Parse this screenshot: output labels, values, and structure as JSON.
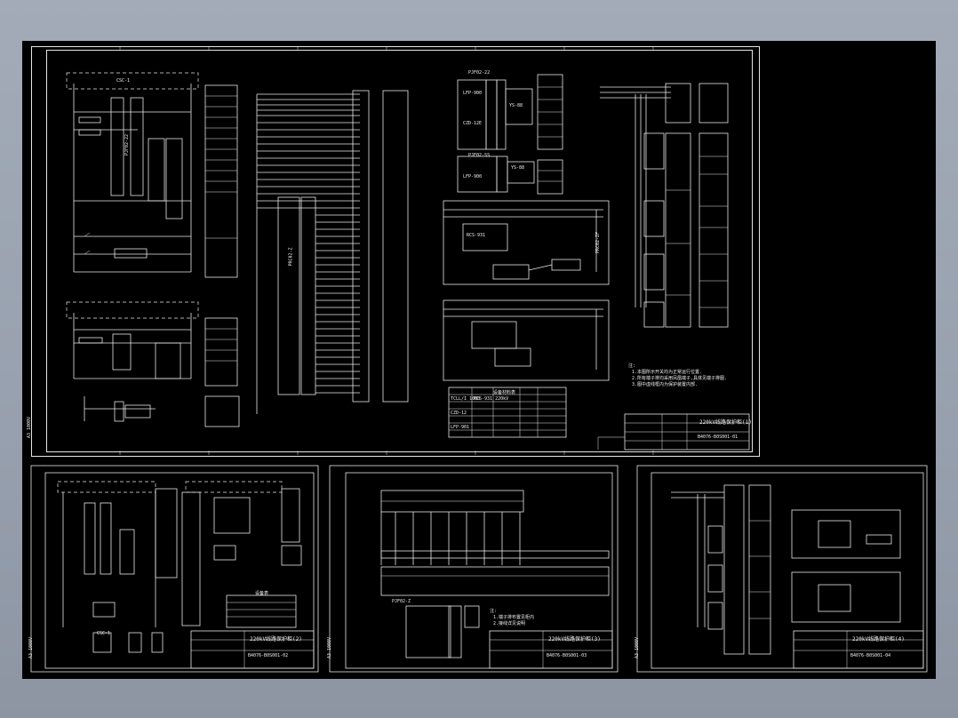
{
  "viewer": {
    "background": "#000000",
    "line_color": "#e8e8e8",
    "desktop_color": "#9aa3b1"
  },
  "main_sheet": {
    "title": "220kV线路保护柜(1)",
    "drawing_no": "B4076-B0S001-01",
    "side_mark": "A3 1000V",
    "devices": {
      "csc1": "CSC-1",
      "pjf02": "PJF02-22",
      "pjf02_ss": "PJF02-SS",
      "lfp": "LFP-900",
      "czd": "CZD-12E",
      "ys88": "YS-88",
      "prc": "PRC02-ZF",
      "prc2": "PRC02-Z",
      "rcs": "RCS-931"
    },
    "notes": [
      "注:",
      "1.本图所示开关均为正常运行位置.",
      "2.所有端子排均采用凤凰端子,具体见端子排图.",
      "3.图中虚线框内为保护装置内部."
    ],
    "table_header": "设备材料表",
    "table_rows": [
      "TCLL/I 1000",
      "RCS-931 220kV",
      "CZD-12",
      "LFP-901"
    ]
  },
  "sheet2": {
    "title": "220kV线路保护柜(2)",
    "drawing_no": "B4076-B0S001-02",
    "side_mark": "A3 1000V",
    "device": "CSC-1",
    "table_header": "设备表"
  },
  "sheet3": {
    "title": "220kV线路保护柜(3)",
    "drawing_no": "B4076-B0S001-03",
    "side_mark": "A3 1000V",
    "device": "PJF02-Z",
    "notes": [
      "注:",
      "1.端子排布置见柜内",
      "2.接线详见说明"
    ]
  },
  "sheet4": {
    "title": "220kV线路保护柜(4)",
    "drawing_no": "B4076-B0S001-04",
    "side_mark": "A3 1000V"
  }
}
